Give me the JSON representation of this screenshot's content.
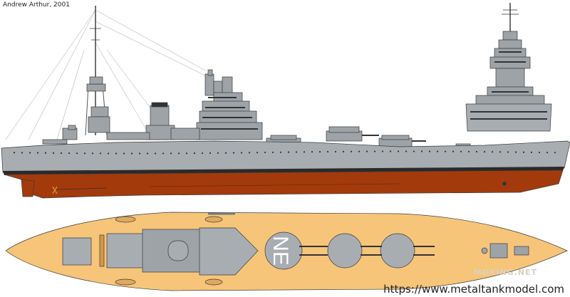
{
  "credit": {
    "author": "Andrew Arthur, 2001"
  },
  "plan_view": {
    "turret_marking": "NE"
  },
  "footer": {
    "watermark": "MOXING.NET",
    "url": "https://www.metaltankmodel.com"
  },
  "colors": {
    "hull_grey": "#a8adb2",
    "superstructure_grey": "#9ea3a8",
    "antifouling_red": "#a33a0c",
    "boot_topping": "#2a2a2a",
    "deck_planking": "#f6c579",
    "outline": "#3a3a3a"
  }
}
